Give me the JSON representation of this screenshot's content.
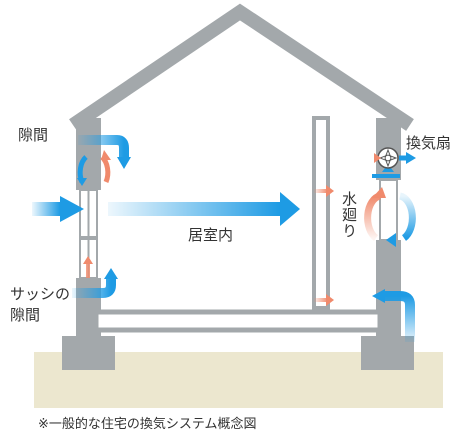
{
  "labels": {
    "gap_top": "隙間",
    "sash_gap_line1": "サッシの",
    "sash_gap_line2": "隙間",
    "living_room": "居室内",
    "wet_area": "水廻り",
    "vent_fan": "換気扇"
  },
  "caption": "※一般的な住宅の換気システム概念図",
  "colors": {
    "structure": "#a3a8ab",
    "ground": "#ece7cf",
    "fresh_air": "#1e9be4",
    "stale_air": "#f08a6c",
    "text": "#333333"
  },
  "icons": [
    "vent-fan-icon"
  ]
}
